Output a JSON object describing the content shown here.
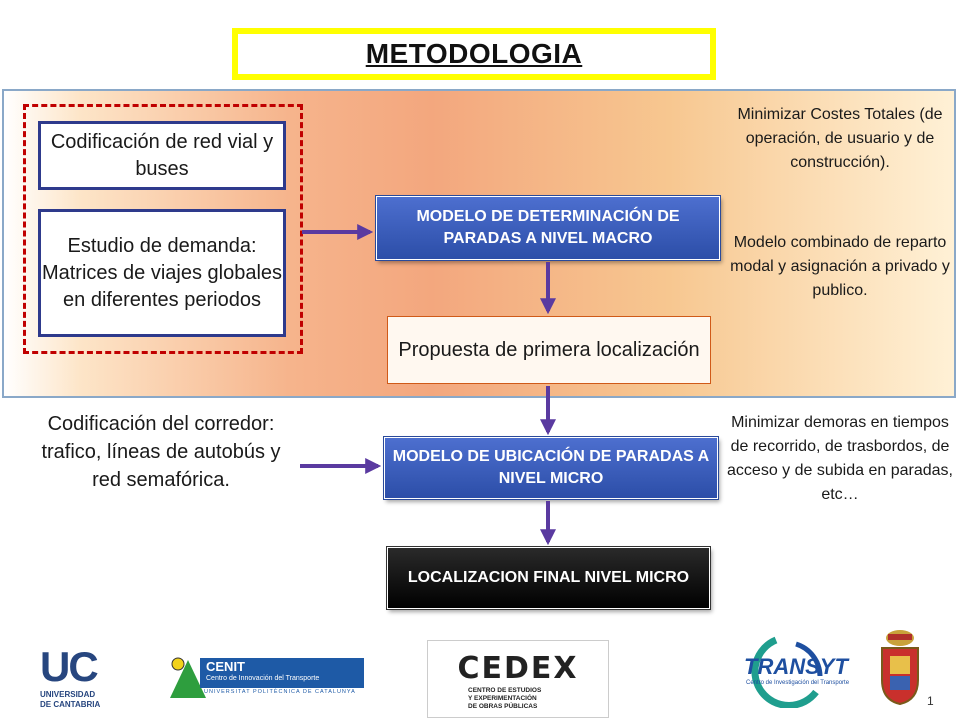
{
  "title": "METODOLOGIA",
  "left_boxes": {
    "red_vial": "Codificación de red vial y buses",
    "estudio": "Estudio de demanda: Matrices de  viajes globales en diferentes periodos"
  },
  "flow": {
    "macro": "MODELO DE DETERMINACIÓN  DE PARADAS A NIVEL MACRO",
    "propuesta": "Propuesta de primera localización",
    "micro": "MODELO DE UBICACIÓN DE PARADAS A NIVEL MICRO",
    "final": "LOCALIZACION FINAL NIVEL MICRO"
  },
  "notes": {
    "costes": "Minimizar Costes Totales (de operación, de usuario y de construcción).",
    "modelo": "Modelo combinado de reparto modal y asignación a privado y publico.",
    "demoras": "Minimizar demoras en tiempos de recorrido, de trasbordos, de acceso y de subida en paradas, etc…",
    "corredor": "Codificación del corredor: trafico, líneas de autobús y red semafórica."
  },
  "logos": {
    "uc": {
      "letters": "UC",
      "line1": "UNIVERSIDAD",
      "line2": "DE CANTABRIA"
    },
    "cenit": {
      "name": "CENIT",
      "sub": "Centro de Innovación del Transporte",
      "upc": "UNIVERSITAT POLITÈCNICA DE CATALUNYA"
    },
    "cedex": {
      "name": "CEDEX",
      "line1": "CENTRO DE ESTUDIOS",
      "line2": "Y EXPERIMENTACIÓN",
      "line3": "DE OBRAS PÚBLICAS"
    },
    "transyt": {
      "name": "TRANSYT",
      "sub": "Centro de Investigación del Transporte"
    }
  },
  "slide_number": "1",
  "colors": {
    "title_border": "#ffff00",
    "dashed_group": "#c00000",
    "box_border": "#2e3a8c",
    "model_box": "#2c4ea8",
    "final_box": "#000000",
    "arrow": "#5a3aa0",
    "propuesta_border": "#d05a18"
  }
}
